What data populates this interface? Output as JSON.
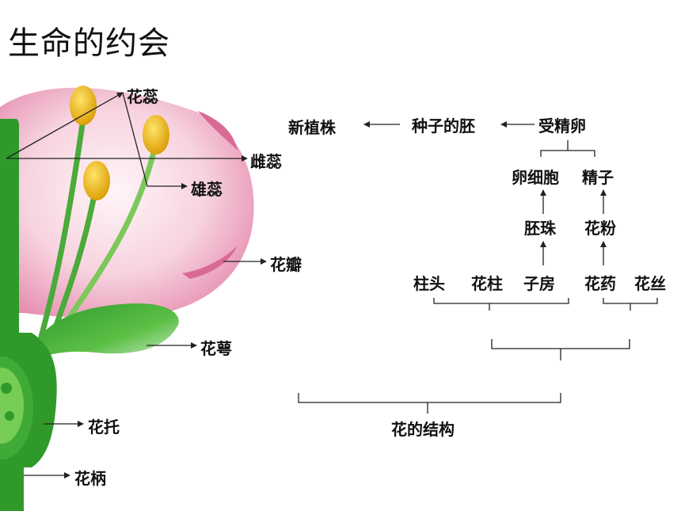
{
  "title": "生命的约会",
  "flower_labels": {
    "pistil_stamen_top": "花蕊",
    "pistil": "雌蕊",
    "stamen": "雄蕊",
    "petal": "花瓣",
    "sepal": "花萼",
    "receptacle": "花托",
    "pedicel": "花柄"
  },
  "tree_labels": {
    "new_plant": "新植株",
    "embryo": "种子的胚",
    "zygote": "受精卵",
    "egg_cell": "卵细胞",
    "sperm": "精子",
    "ovule": "胚珠",
    "pollen": "花粉",
    "stigma": "柱头",
    "style": "花柱",
    "ovary": "子房",
    "anther": "花药",
    "filament": "花丝",
    "flower_structure": "花的结构"
  },
  "colors": {
    "stem_green": "#2f9a2a",
    "light_green": "#8fcf6a",
    "petal_pink": "#f4c6d6",
    "petal_deep": "#d96a95",
    "anther_yellow": "#f2c21b",
    "line": "#222222"
  }
}
